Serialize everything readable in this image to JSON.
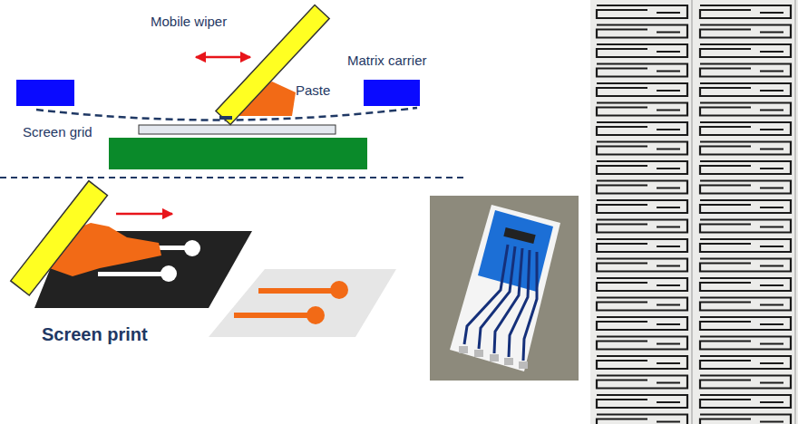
{
  "diagram": {
    "labels": [
      "Mobile wiper",
      "Paste",
      "Matrix carrier",
      "Screen grid",
      "Screen print"
    ]
  }
}
